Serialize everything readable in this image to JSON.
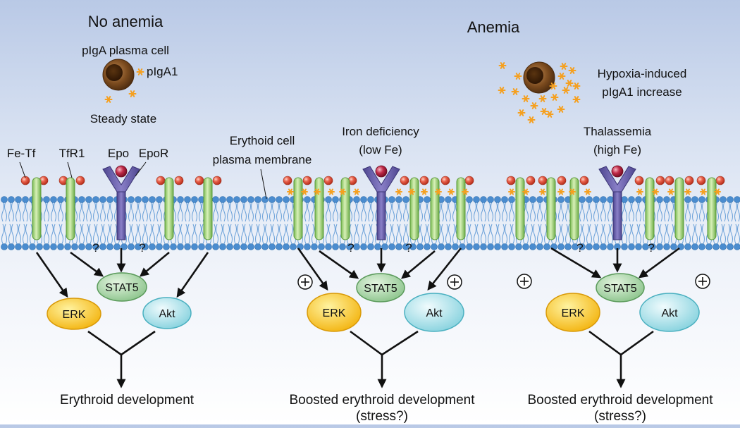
{
  "panels": {
    "left": {
      "title": "No anemia",
      "cell_label": "pIgA plasma cell",
      "pIgA1_label": "pIgA1",
      "state_label": "Steady state",
      "fetf_label": "Fe-Tf",
      "tfr1_label": "TfR1",
      "epo_label": "Epo",
      "epor_label": "EpoR",
      "membrane_label": "Erythoid cell plasma membrane",
      "membrane_line1": "Erythoid cell",
      "membrane_line2": "plasma membrane",
      "outcome": "Erythroid development"
    },
    "middle": {
      "condition_line1": "Iron deficiency",
      "condition_line2": "(low Fe)",
      "outcome_line1": "Boosted erythroid development",
      "outcome_line2": "(stress?)"
    },
    "right": {
      "title": "Anemia",
      "hypoxia_line1": "Hypoxia-induced",
      "hypoxia_line2": "pIgA1 increase",
      "condition_line1": "Thalassemia",
      "condition_line2": "(high Fe)",
      "outcome_line1": "Boosted erythroid development",
      "outcome_line2": "(stress?)"
    }
  },
  "nodes": {
    "stat5": "STAT5",
    "erk": "ERK",
    "akt": "Akt"
  },
  "symbols": {
    "question": "?",
    "plus": "+"
  },
  "colors": {
    "background_top": "#b9c9e6",
    "membrane_head": "#4a8ccf",
    "transferrin_receptor": "#9fd07a",
    "epo_receptor": "#6c62a8",
    "fe_tf": "#e0503c",
    "epo": "#b0203c",
    "piga1": "#f5a020",
    "plasma_cell": "#7a4a1e",
    "stat5_fill": "#9ccc9c",
    "erk_fill": "#f7c218",
    "akt_fill": "#a8e2ea"
  }
}
